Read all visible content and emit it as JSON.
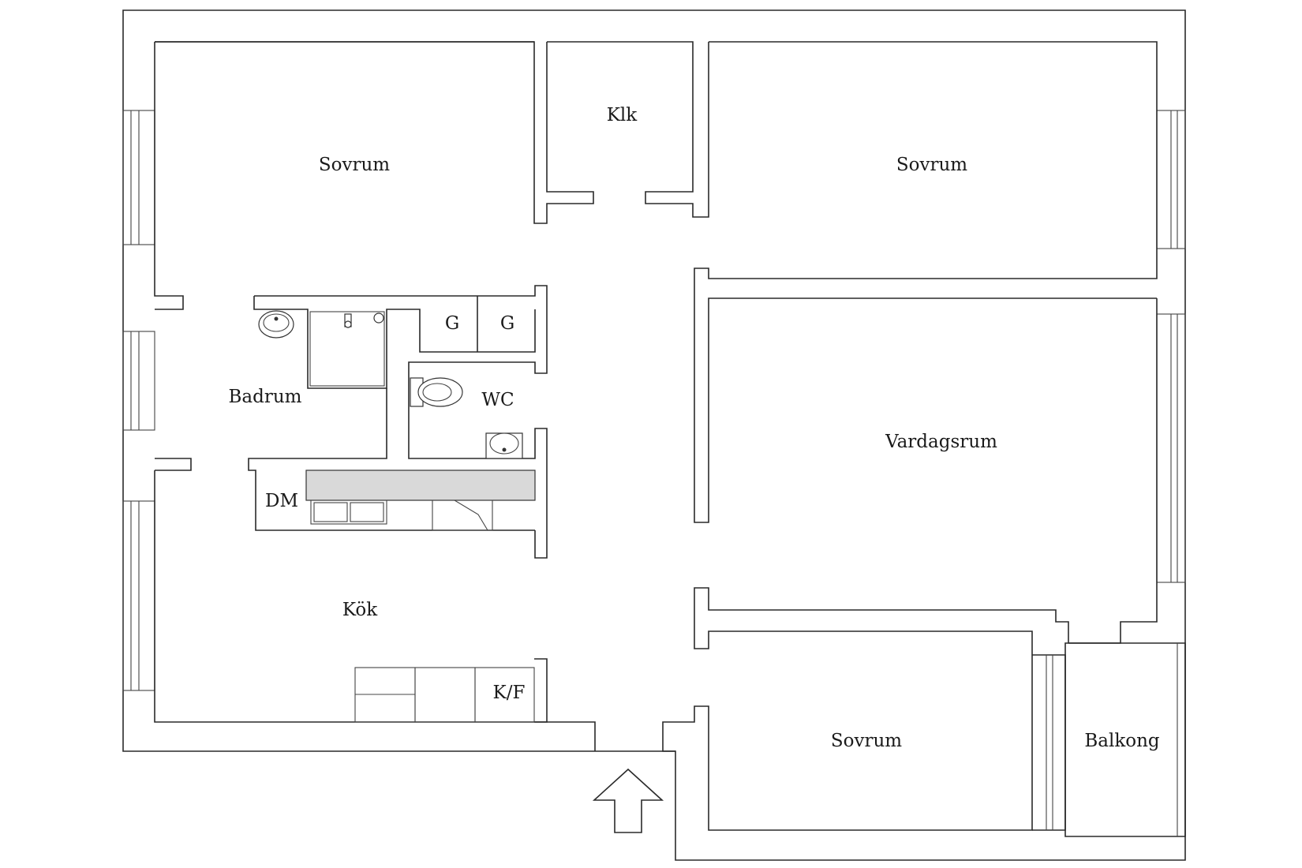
{
  "rooms": {
    "sovrum_nw": "Sovrum",
    "klk": "Klk",
    "sovrum_ne": "Sovrum",
    "g1": "G",
    "g2": "G",
    "badrum": "Badrum",
    "wc": "WC",
    "vardagsrum": "Vardagsrum",
    "dm": "DM",
    "kok": "Kök",
    "kf": "K/F",
    "sovrum_se": "Sovrum",
    "balkong": "Balkong"
  },
  "icons": {
    "entrance": "entrance-arrow-icon",
    "sink": "sink-icon",
    "toilet": "toilet-icon",
    "shower": "shower-icon",
    "kitchen_sink": "double-sink-icon",
    "window": "window-icon"
  }
}
